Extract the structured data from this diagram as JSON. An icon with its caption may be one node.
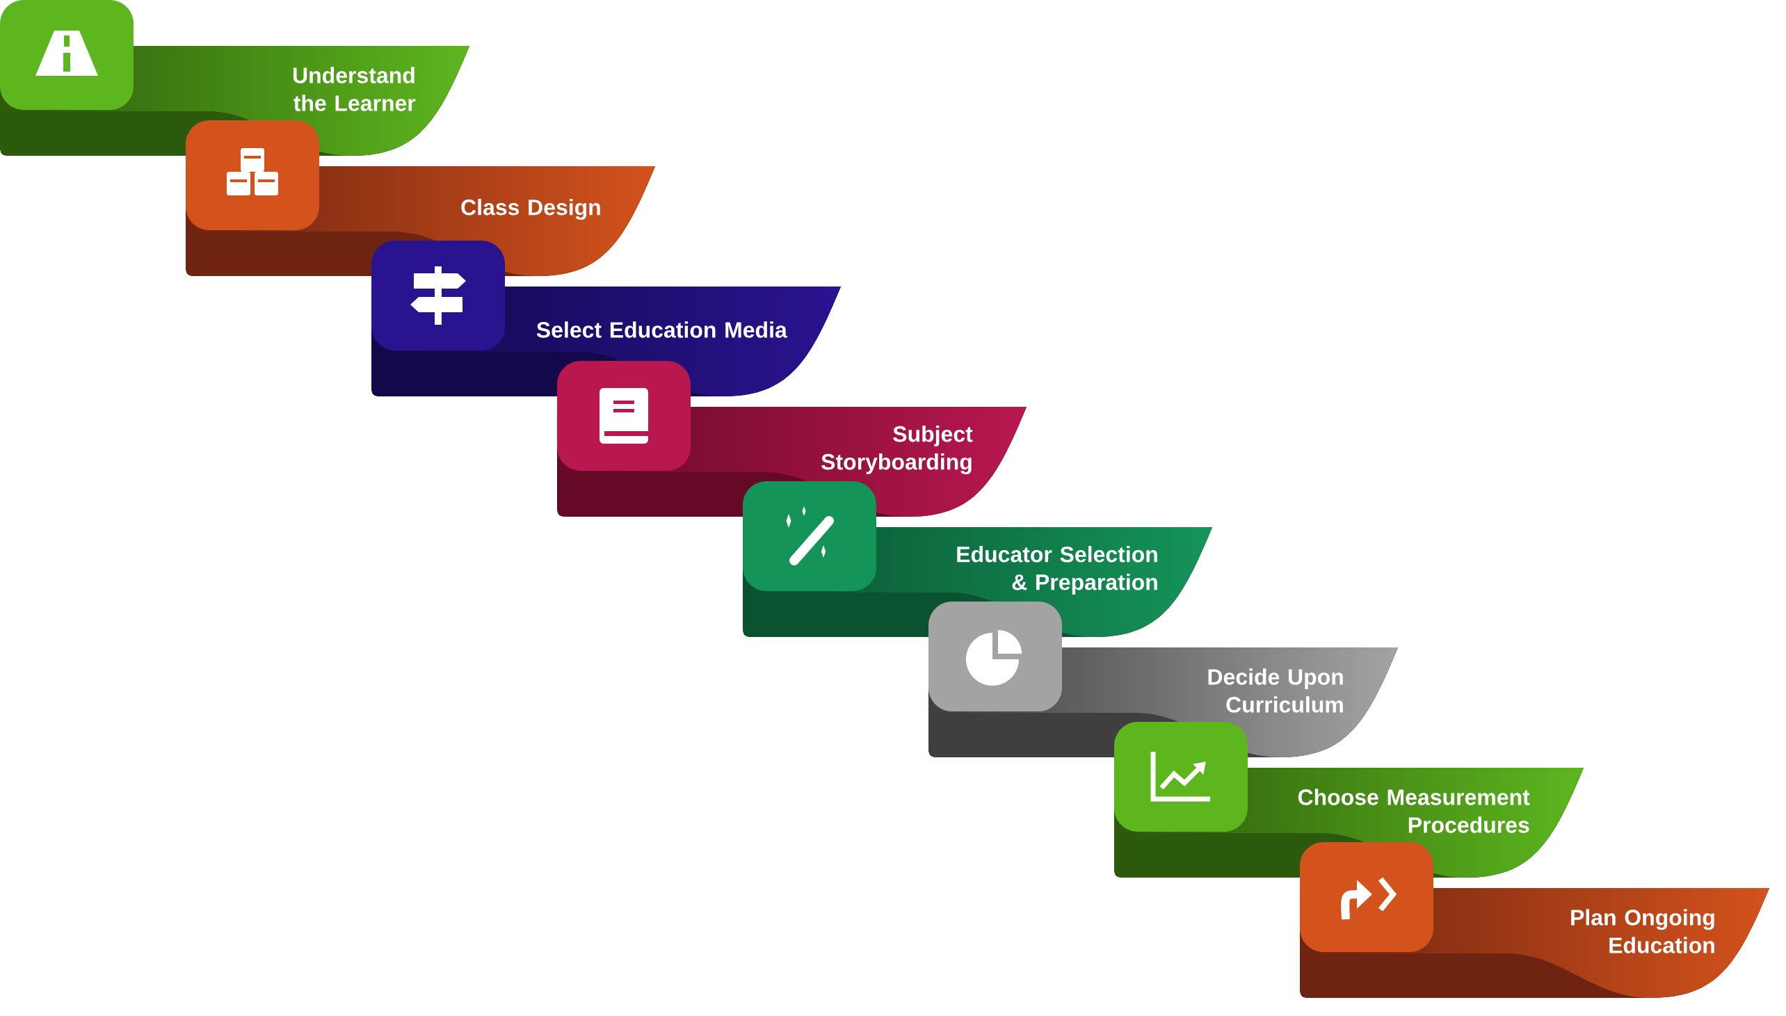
{
  "diagram": {
    "nodes": [
      {
        "text": [
          "Understand the Learner"
        ]
      },
      {
        "text": [
          "Class Design"
        ]
      },
      {
        "text": [
          "Select Education Media"
        ]
      },
      {
        "text": [
          "Subject Storyboarding"
        ]
      },
      {
        "text": [
          "Educator Selection & Preparation"
        ]
      },
      {
        "text": [
          "Decide Upon Curriculum"
        ]
      },
      {
        "text": [
          "Choose Measurement Procedures"
        ]
      },
      {
        "text": [
          "Plan Ongoing Education"
        ]
      }
    ]
  }
}
